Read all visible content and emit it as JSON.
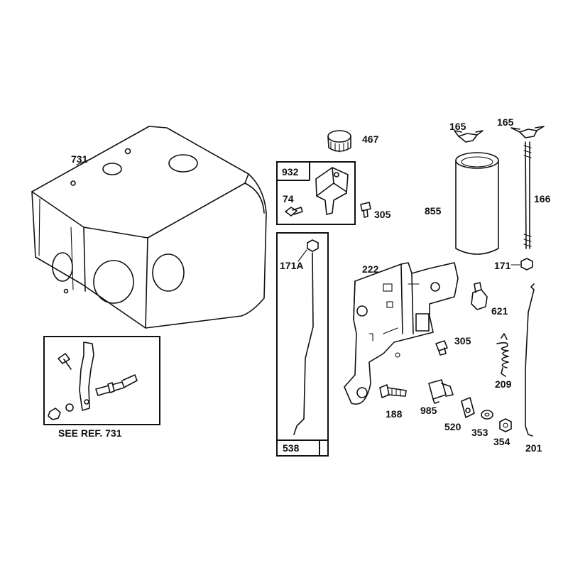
{
  "diagram": {
    "parts": [
      {
        "id": "p731",
        "number": "731"
      },
      {
        "id": "p467",
        "number": "467"
      },
      {
        "id": "p932",
        "number": "932"
      },
      {
        "id": "p74",
        "number": "74"
      },
      {
        "id": "p305a",
        "number": "305"
      },
      {
        "id": "p165a",
        "number": "165"
      },
      {
        "id": "p165b",
        "number": "165"
      },
      {
        "id": "p855",
        "number": "855"
      },
      {
        "id": "p166",
        "number": "166"
      },
      {
        "id": "p171a",
        "number": "171A"
      },
      {
        "id": "p222",
        "number": "222"
      },
      {
        "id": "p171",
        "number": "171"
      },
      {
        "id": "p621",
        "number": "621"
      },
      {
        "id": "p305b",
        "number": "305"
      },
      {
        "id": "p209",
        "number": "209"
      },
      {
        "id": "p188",
        "number": "188"
      },
      {
        "id": "p985",
        "number": "985"
      },
      {
        "id": "p520",
        "number": "520"
      },
      {
        "id": "p353",
        "number": "353"
      },
      {
        "id": "p354",
        "number": "354"
      },
      {
        "id": "p201",
        "number": "201"
      },
      {
        "id": "p538",
        "number": "538"
      }
    ],
    "see_ref_note": "SEE REF. 731"
  }
}
